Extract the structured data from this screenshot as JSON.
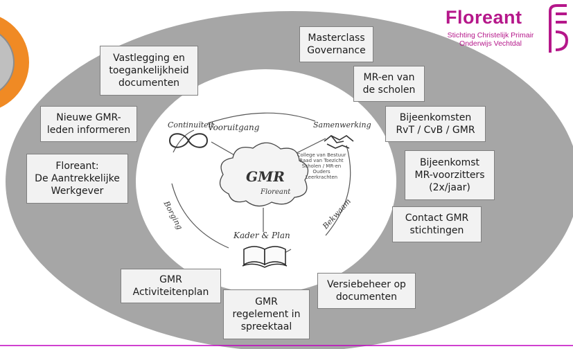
{
  "logo": {
    "name": "Floreant",
    "subtitle_line1": "Stichting Christelijk Primair",
    "subtitle_line2": "Onderwijs Vechtdal"
  },
  "center": {
    "cloud_title": "GMR",
    "cloud_subtitle": "Floreant",
    "node_continuity": "Continuïteit",
    "node_cooperation": "Samenwerking",
    "node_plan": "Kader & Plan",
    "arc_progress": "Vooruitgang",
    "arc_assurance": "Borging",
    "arc_competent": "Bekwaam",
    "partners": [
      "College van Bestuur",
      "Raad van Toezicht",
      "Scholen / MR-en",
      "Ouders",
      "Leerkrachten"
    ]
  },
  "boxes": {
    "masterclass": [
      "Masterclass",
      "Governance"
    ],
    "vastlegging": [
      "Vastlegging en",
      "toegankelijkheid",
      "documenten"
    ],
    "mr_scholen": [
      "MR-en van",
      "de scholen"
    ],
    "nieuwe_gmr": [
      "Nieuwe GMR-",
      "leden informeren"
    ],
    "bijeenkomsten": [
      "Bijeenkomsten",
      "RvT / CvB / GMR"
    ],
    "werkgever": [
      "Floreant:",
      "De Aantrekkelijke",
      "Werkgever"
    ],
    "mr_voorzitters": [
      "Bijeenkomst",
      "MR-voorzitters",
      "(2x/jaar)"
    ],
    "contact": [
      "Contact GMR",
      "stichtingen"
    ],
    "activiteitenplan": [
      "GMR",
      "Activiteitenplan"
    ],
    "versiebeheer": [
      "Versiebeheer op",
      "documenten"
    ],
    "reglement": [
      "GMR",
      "regelement in",
      "spreektaal"
    ]
  },
  "colors": {
    "outer_ellipse": "#a6a6a6",
    "box_fill": "#f2f2f2",
    "box_border": "#7f7f7f",
    "brand": "#b5178a",
    "orange_accent": "#f08a24",
    "bottom_line": "#c000c0"
  }
}
